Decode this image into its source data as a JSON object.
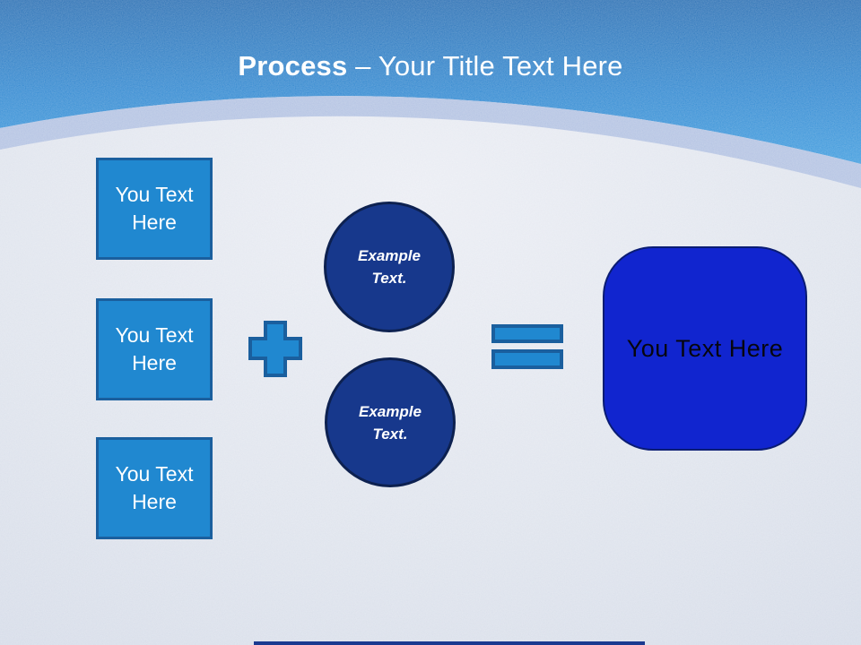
{
  "slide_title": {
    "bold": "Process",
    "regular": "– Your Title Text Here"
  },
  "process_boxes": [
    {
      "lines": [
        "You Text",
        "Here"
      ]
    },
    {
      "lines": [
        "You Text",
        "Here"
      ]
    },
    {
      "lines": [
        "You Text",
        "Here"
      ]
    }
  ],
  "operators": {
    "plus_icon": "plus-sign",
    "equals_icon": "equals-sign"
  },
  "example_circles": [
    {
      "lines": [
        "Example",
        "Text."
      ]
    },
    {
      "lines": [
        "Example",
        "Text."
      ]
    }
  ],
  "result_box": {
    "label": "You Text Here"
  },
  "colors": {
    "header-top": "#1361ad",
    "header-mid": "#1b7dce",
    "header-bottom": "#2b94de",
    "swoosh-band": "#aebfe2",
    "body-base": "#e0e5ee",
    "shape-fill": "#2088d0",
    "shape-border": "#1a5f9e",
    "circle-fill": "#17388c",
    "circle-border": "#0d2150",
    "result-fill": "#1125cf",
    "result-border": "#0a1c74",
    "accent-bar": "#1a3a90",
    "title-color": "#ffffff"
  }
}
